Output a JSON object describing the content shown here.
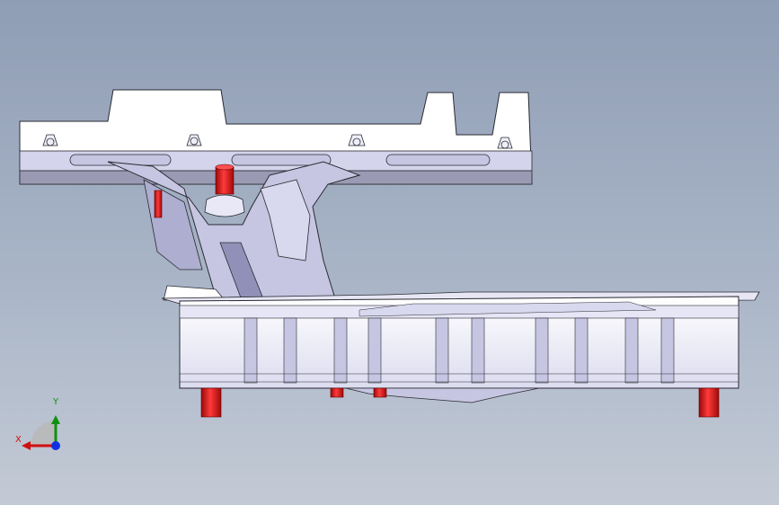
{
  "viewer": {
    "background_top": "#8f9db5",
    "background_bottom": "#c3cad5",
    "part_color": "#f4f4fb",
    "shade_color": "#c6c6e2",
    "edge_color": "#2a2a32",
    "highlight_color": "#e01818"
  },
  "triad": {
    "x_label": "X",
    "y_label": "Y",
    "x_color": "#d01010",
    "y_color": "#109010",
    "z_color": "#1030e0"
  },
  "icons": {
    "model": "cad-part-3d-model",
    "triad": "coordinate-triad-icon"
  }
}
